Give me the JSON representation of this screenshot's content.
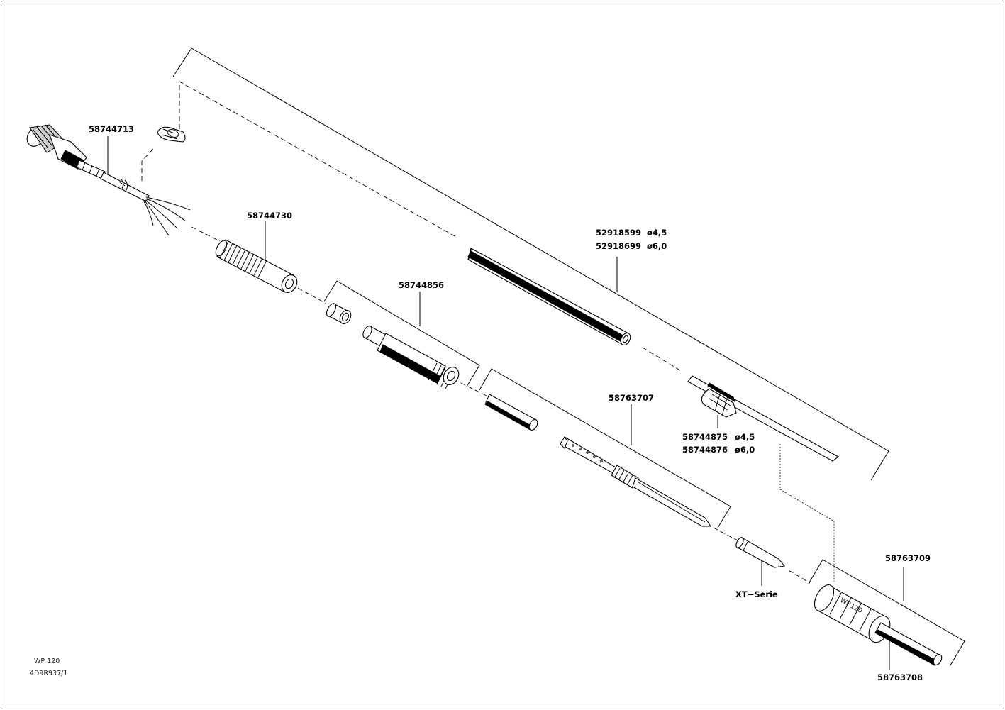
{
  "drawing": {
    "model": "WP 120",
    "drawing_number": "4D9R937/1"
  },
  "parts": {
    "cable": {
      "number": "58744713"
    },
    "sleeve_threaded": {
      "number": "58744730"
    },
    "handle_group": {
      "number": "58744856"
    },
    "tube_45": {
      "number": "52918599",
      "size": "ø4,5"
    },
    "tube_60": {
      "number": "52918699",
      "size": "ø6,0"
    },
    "clip_45": {
      "number": "58744875",
      "size": "ø4,5"
    },
    "clip_60": {
      "number": "58744876",
      "size": "ø6,0"
    },
    "heating_element": {
      "number": "58763707"
    },
    "tip": {
      "label": "XT−Serie"
    },
    "grip": {
      "number": "58763709"
    },
    "grip_insert": {
      "number": "58763708"
    }
  }
}
